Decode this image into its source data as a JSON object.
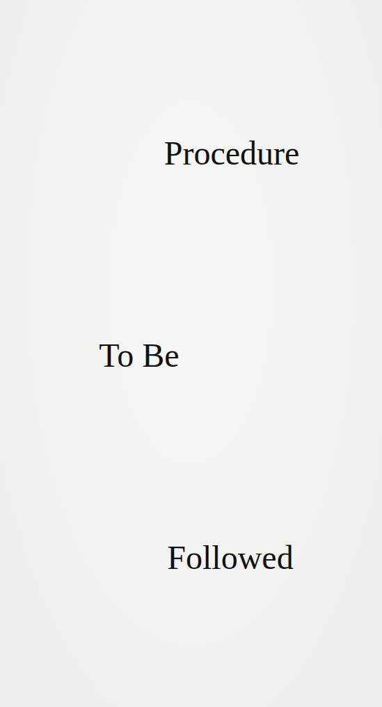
{
  "diagram": {
    "nodes": [
      {
        "text": [
          "Procedure"
        ]
      },
      {
        "text": [
          "To Be"
        ]
      },
      {
        "text": [
          "Followed"
        ]
      }
    ]
  }
}
